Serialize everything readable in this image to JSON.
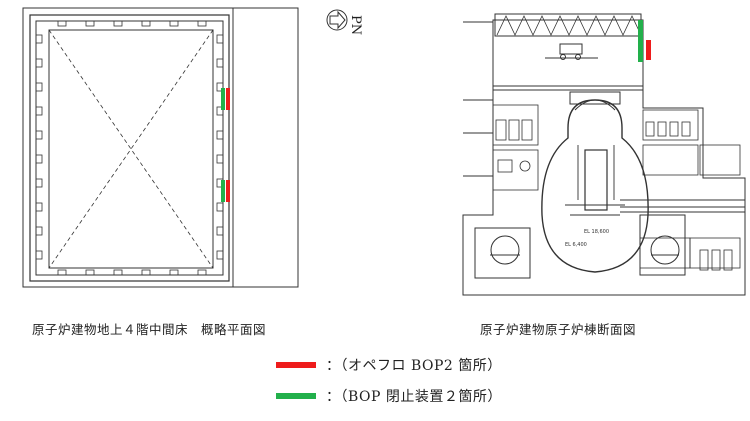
{
  "captions": {
    "plan": "原子炉建物地上４階中間床　概略平面図",
    "section": "原子炉建物原子炉棟断面図"
  },
  "north_label": "PN",
  "legend": [
    {
      "color": "#ee1c1c",
      "text": "：（オペフロ BOP2 箇所）"
    },
    {
      "color": "#22b04b",
      "text": "：（BOP 閉止装置２箇所）"
    }
  ],
  "elevation_labels": [
    "EL 18,600",
    "EL 6,400"
  ],
  "colors": {
    "line": "#333333",
    "red": "#ee1c1c",
    "green": "#22b04b"
  },
  "icons": {
    "north_arrow": "north-arrow-icon"
  }
}
